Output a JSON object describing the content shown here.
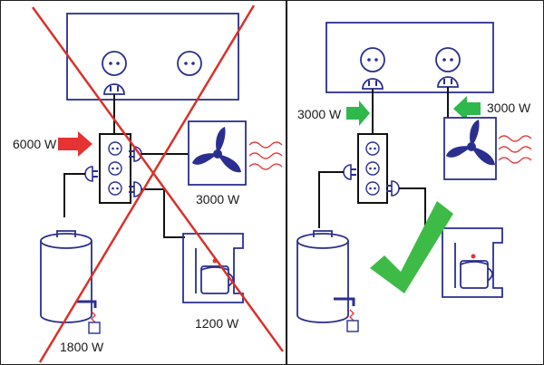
{
  "incorrect_panel": {
    "strip_load": "6000 W",
    "heater_power": "3000 W",
    "coffee_power": "1200 W",
    "kettle_power": "1800 W",
    "verdict": "cross"
  },
  "correct_panel": {
    "left_outlet_load": "3000 W",
    "right_outlet_load": "3000 W",
    "verdict": "check"
  },
  "colors": {
    "line": "#2a2f8f",
    "wire": "#111111",
    "warning_arrow": "#e53232",
    "ok_arrow": "#2fb84b",
    "heat_wave": "#e23b3b",
    "cross": "#d9322a",
    "check": "#3dbb46"
  }
}
